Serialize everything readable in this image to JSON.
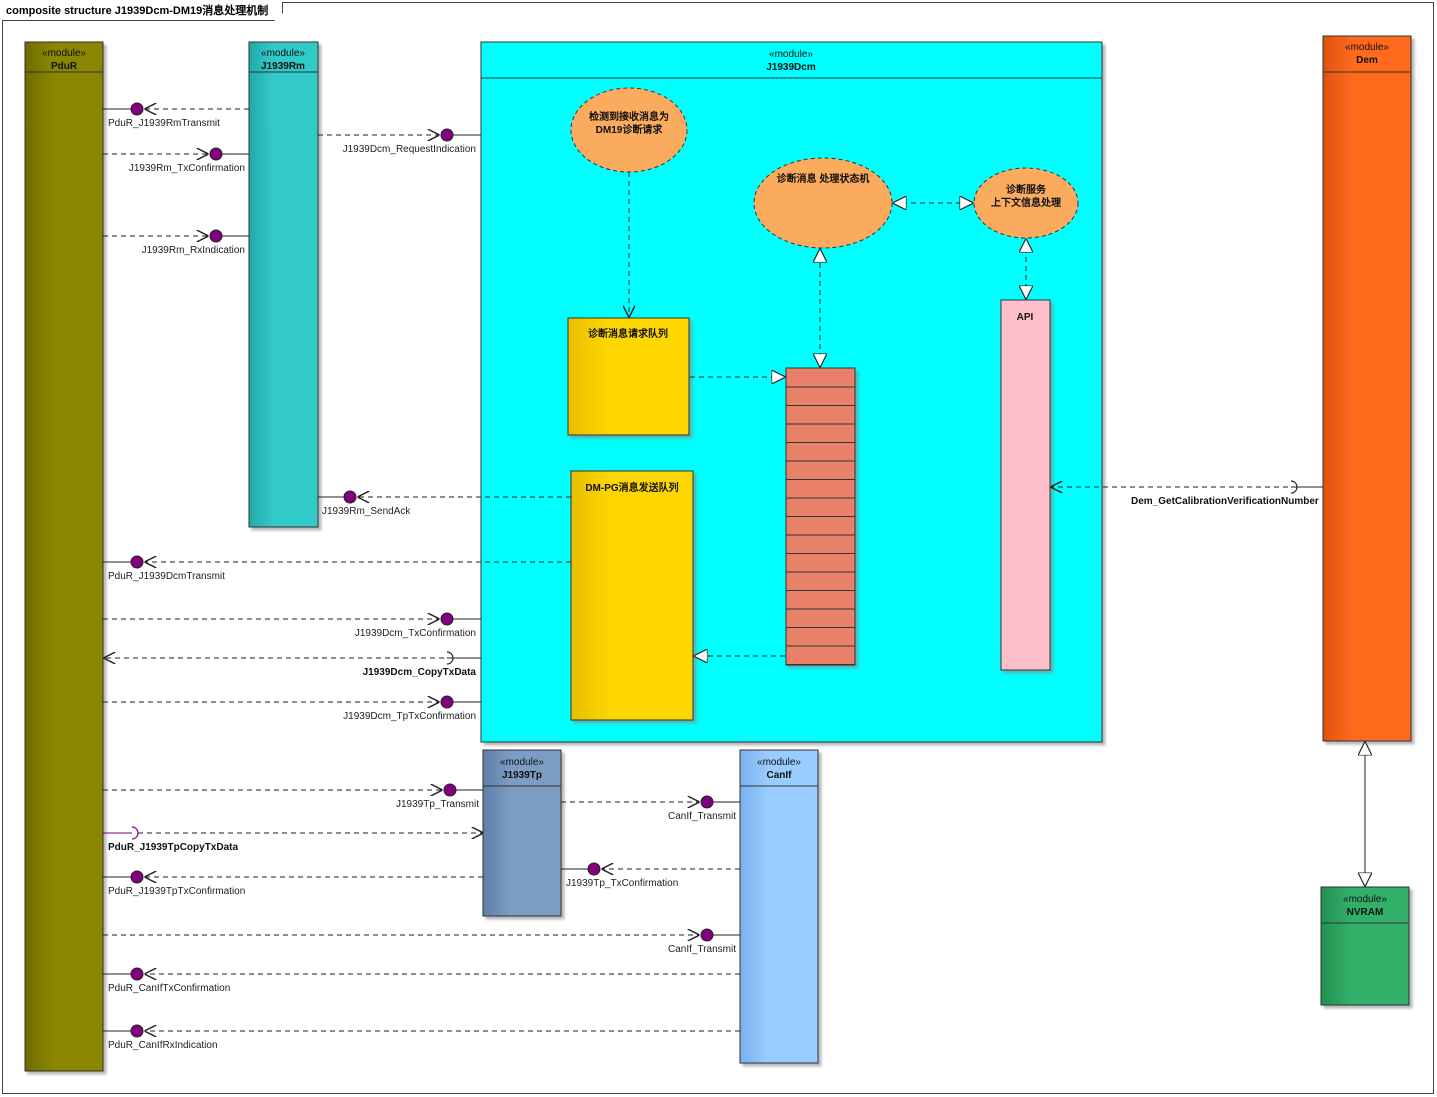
{
  "diagram": {
    "title": "composite structure J1939Dcm-DM19消息处理机制",
    "stereotype": "«module»",
    "modules": {
      "pdur": "PduR",
      "j1939rm": "J1939Rm",
      "j1939dcm": "J1939Dcm",
      "dem": "Dem",
      "j1939tp": "J1939Tp",
      "canif": "CanIf",
      "nvram": "NVRAM"
    },
    "parts": {
      "detect_line1": "检测到接收消息为",
      "detect_line2": "DM19诊断请求",
      "state_machine": "诊断消息 处理状态机",
      "service_line1": "诊断服务",
      "service_line2": "上下文信息处理",
      "request_queue": "诊断消息请求队列",
      "dmpg_queue": "DM-PG消息发送队列",
      "api": "API"
    },
    "interfaces": {
      "pdur_j1939rm_transmit": "PduR_J1939RmTransmit",
      "j1939rm_txconfirmation": "J1939Rm_TxConfirmation",
      "j1939rm_rxindication": "J1939Rm_RxIndication",
      "j1939dcm_requestindication": "J1939Dcm_RequestIndication",
      "j1939rm_sendack": "J1939Rm_SendAck",
      "pdur_j1939dcmtransmit": "PduR_J1939DcmTransmit",
      "j1939dcm_txconfirmation": "J1939Dcm_TxConfirmation",
      "j1939dcm_copytxdata": "J1939Dcm_CopyTxData",
      "j1939dcm_tptxconfirmation": "J1939Dcm_TpTxConfirmation",
      "dem_getcalibration": "Dem_GetCalibrationVerificationNumber",
      "j1939tp_transmit": "J1939Tp_Transmit",
      "pdur_j1939tpcopytxdata": "PduR_J1939TpCopyTxData",
      "pdur_j1939tptxconfirmation": "PduR_J1939TpTxConfirmation",
      "j1939tp_txconfirmation": "J1939Tp_TxConfirmation",
      "canif_transmit_1": "CanIf_Transmit",
      "canif_transmit_2": "CanIf_Transmit",
      "pdur_caniftxconfirmation": "PduR_CanIfTxConfirmation",
      "pdur_canifrxindication": "PduR_CanIfRxIndication"
    },
    "colors": {
      "pdur": "#8a8600",
      "j1939rm": "#33c9c9",
      "j1939dcm": "#00ffff",
      "dem": "#ff6a1f",
      "j1939tp": "#7c9cc4",
      "canif": "#99ccff",
      "nvram": "#33b06b",
      "ellipse": "#fbab5e",
      "queue": "#ffd700",
      "state_stack": "#e8806a",
      "api": "#ffc0cb",
      "port": "#800080"
    }
  }
}
